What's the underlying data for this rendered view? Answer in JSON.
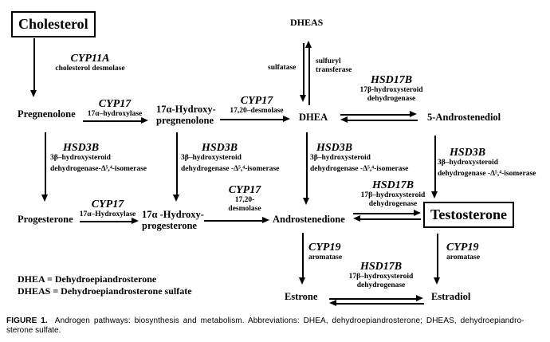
{
  "diagram": {
    "nodes": {
      "cholesterol": "Cholesterol",
      "dheas": "DHEAS",
      "pregnenolone": "Pregnenolone",
      "hydroxypregnenolone_line1": "17α-Hydroxy-",
      "hydroxypregnenolone_line2": "pregnenolone",
      "dhea": "DHEA",
      "androstenediol": "5-Androstenediol",
      "progesterone": "Progesterone",
      "hydroxyprogesterone_line1": "17α -Hydroxy-",
      "hydroxyprogesterone_line2": "progesterone",
      "androstenedione": "Androstenedione",
      "testosterone": "Testosterone",
      "estrone": "Estrone",
      "estradiol": "Estradiol"
    },
    "enzymes": {
      "cyp11a": {
        "gene": "CYP11A",
        "desc": "cholesterol desmolase"
      },
      "cyp17_hydroxylase_upper": {
        "gene": "CYP17",
        "desc": "17α–hydroxylase"
      },
      "cyp17_desmolase_upper": {
        "gene": "CYP17",
        "desc": "17,20–desmolase"
      },
      "sulfatase": "sulfatase",
      "sulfuryl_transferase_line1": "sulfuryl",
      "sulfuryl_transferase_line2": "transferase",
      "hsd17b_upper": {
        "gene": "HSD17B",
        "desc1": "17β-hydroxysteroid",
        "desc2": "dehydrogenase"
      },
      "hsd3b_col1": {
        "gene": "HSD3B",
        "desc1": "3β–hydroxysteroid",
        "desc2": "dehydrogenase-Δ⁵,⁴-isomerase"
      },
      "hsd3b_col2": {
        "gene": "HSD3B",
        "desc1": "3β–hydroxysteroid",
        "desc2": "dehydrogenase -Δ⁵,⁴-isomerase"
      },
      "hsd3b_col3": {
        "gene": "HSD3B",
        "desc1": "3β–hydroxysteroid",
        "desc2": "dehydrogenase -Δ⁵,⁴-isomerase"
      },
      "hsd3b_col4": {
        "gene": "HSD3B",
        "desc1": "3β–hydroxysteroid",
        "desc2": "dehydrogenase -Δ⁵,⁴-isomerase"
      },
      "cyp17_hydroxylase_lower": {
        "gene": "CYP17",
        "desc": "17α–Hydroxylase"
      },
      "cyp17_desmolase_lower": {
        "gene": "CYP17",
        "desc1": "17,20-",
        "desc2": "desmolase"
      },
      "hsd17b_mid": {
        "gene": "HSD17B",
        "desc1": "17β–hydroxysteroid",
        "desc2": "dehydrogenase"
      },
      "cyp19_left": {
        "gene": "CYP19",
        "desc": "aromatase"
      },
      "cyp19_right": {
        "gene": "CYP19",
        "desc": "aromatase"
      },
      "hsd17b_lower": {
        "gene": "HSD17B",
        "desc1": "17β–hydroxysteroid",
        "desc2": "dehydrogenase"
      }
    },
    "legend": {
      "line1": "DHEA = Dehydroepiandrosterone",
      "line2": "DHEAS = Dehydroepiandrosterone sulfate"
    }
  },
  "caption": {
    "label": "FIGURE 1.",
    "line1": "Androgen pathways: biosynthesis and metabolism. Abbreviations: DHEA, dehydroepiandrosterone; DHEAS, dehydroepiandro-",
    "line2": "sterone sulfate."
  }
}
